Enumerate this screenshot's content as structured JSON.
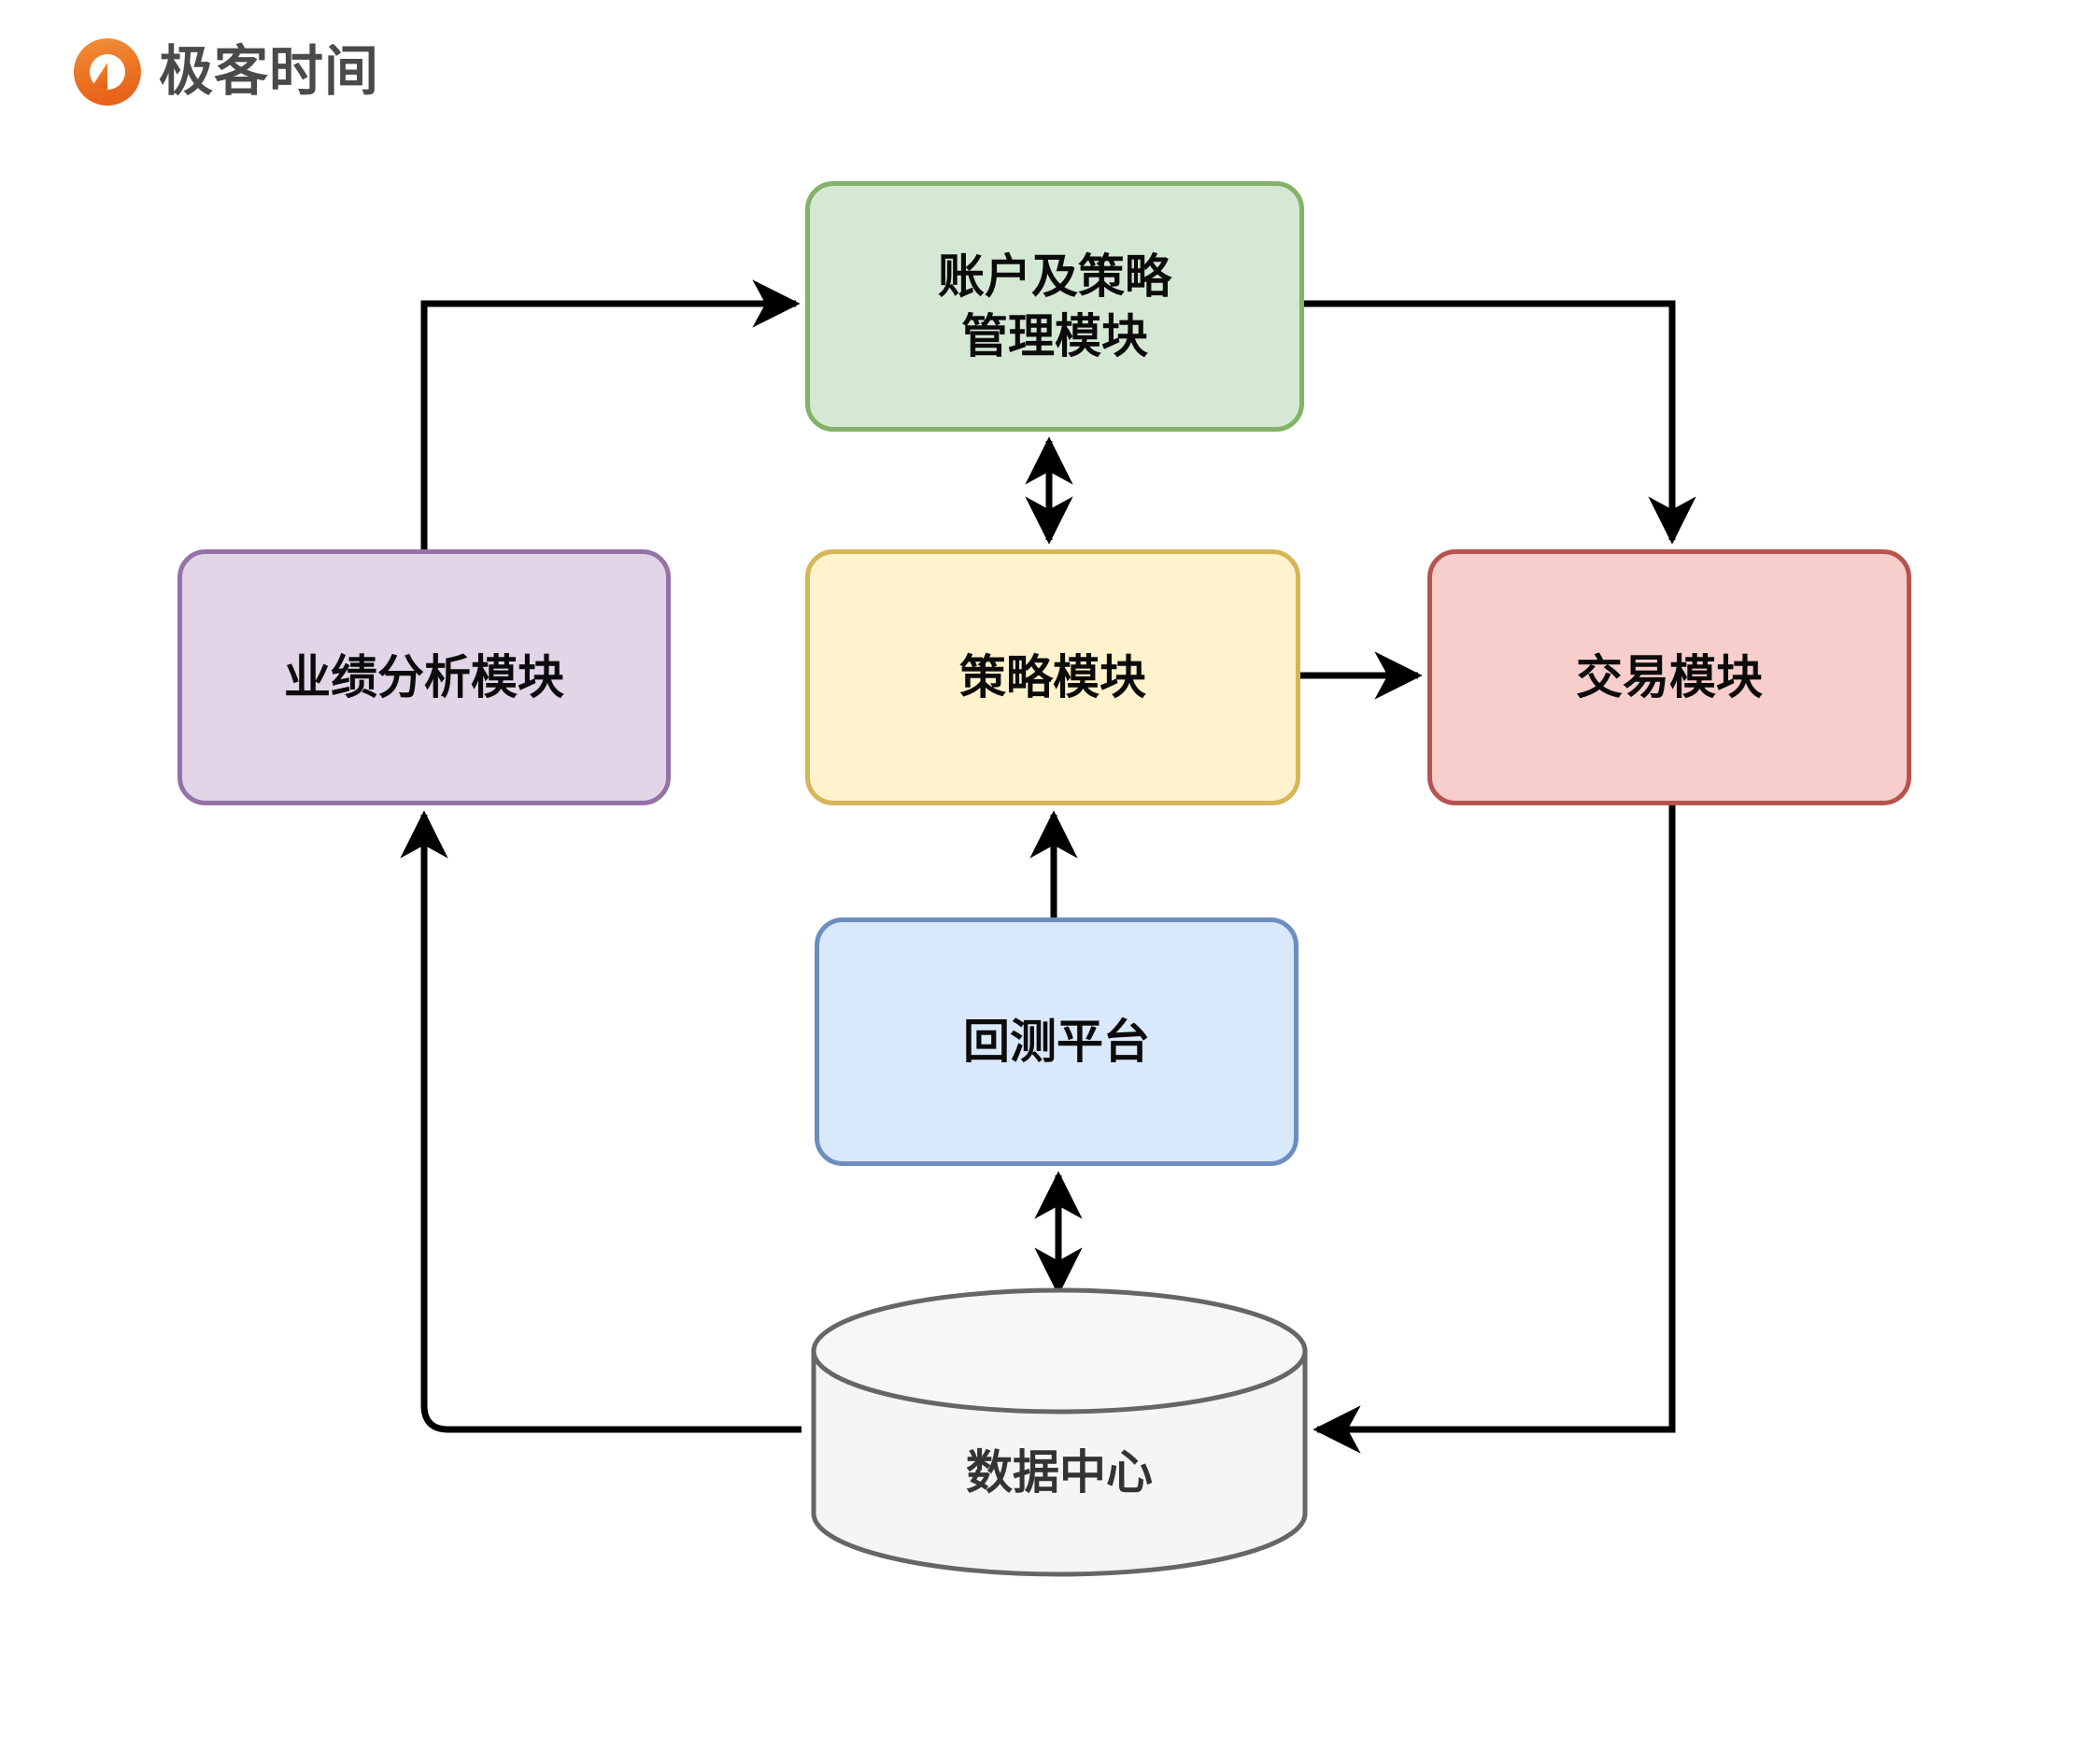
{
  "brand": {
    "name": "极客时间",
    "logo_icon": "geekbang-circle-logo-icon",
    "accent_color": "#ea6f28",
    "text_color": "#4a4a4a"
  },
  "diagram": {
    "type": "block-architecture-flowchart",
    "background": "#ffffff",
    "nodes": [
      {
        "id": "account",
        "label": "账户及策略\n管理模块",
        "shape": "rounded-rect",
        "fill": "#d5e8d4",
        "stroke": "#82b366"
      },
      {
        "id": "performance",
        "label": "业绩分析模块",
        "shape": "rounded-rect",
        "fill": "#e1d5e7",
        "stroke": "#9673a6"
      },
      {
        "id": "strategy",
        "label": "策略模块",
        "shape": "rounded-rect",
        "fill": "#fff2cc",
        "stroke": "#d6b656"
      },
      {
        "id": "trade",
        "label": "交易模块",
        "shape": "rounded-rect",
        "fill": "#f8cecc",
        "stroke": "#b85450"
      },
      {
        "id": "backtest",
        "label": "回测平台",
        "shape": "rounded-rect",
        "fill": "#dae8fc",
        "stroke": "#6c8ebf"
      },
      {
        "id": "datacenter",
        "label": "数据中心",
        "shape": "cylinder",
        "fill": "#f5f5f5",
        "stroke": "#666666"
      }
    ],
    "edges": [
      {
        "from": "performance",
        "to": "account",
        "direction": "one-way",
        "route": "up-right"
      },
      {
        "from": "account",
        "to": "trade",
        "direction": "one-way",
        "route": "right-down"
      },
      {
        "from": "account",
        "to": "strategy",
        "direction": "two-way",
        "route": "vertical"
      },
      {
        "from": "strategy",
        "to": "trade",
        "direction": "one-way",
        "route": "horizontal"
      },
      {
        "from": "backtest",
        "to": "strategy",
        "direction": "one-way",
        "route": "vertical"
      },
      {
        "from": "backtest",
        "to": "datacenter",
        "direction": "two-way",
        "route": "vertical"
      },
      {
        "from": "datacenter",
        "to": "performance",
        "direction": "one-way",
        "route": "left-up"
      },
      {
        "from": "trade",
        "to": "datacenter",
        "direction": "one-way",
        "route": "down-left"
      }
    ],
    "edge_color": "#000000"
  }
}
